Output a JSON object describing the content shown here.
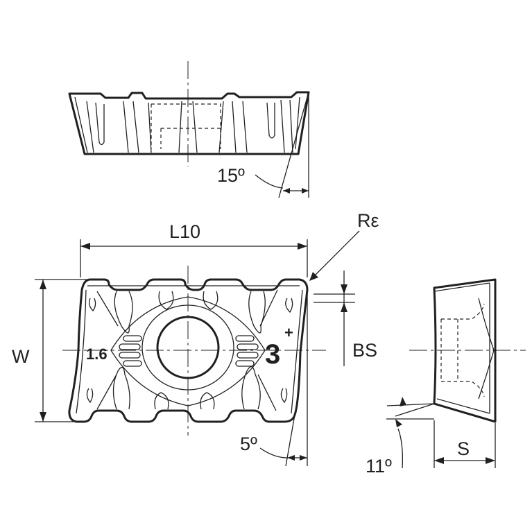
{
  "diagram": {
    "labels": {
      "angle_top": "15º",
      "length": "L10",
      "corner_radius": "Rε",
      "width": "W",
      "bevel": "BS",
      "angle_bottom": "5º",
      "clearance_angle": "11º",
      "thickness": "S"
    },
    "insert_markings": {
      "radius": "1.6",
      "grade": "3",
      "grade_suffix": "+"
    }
  }
}
